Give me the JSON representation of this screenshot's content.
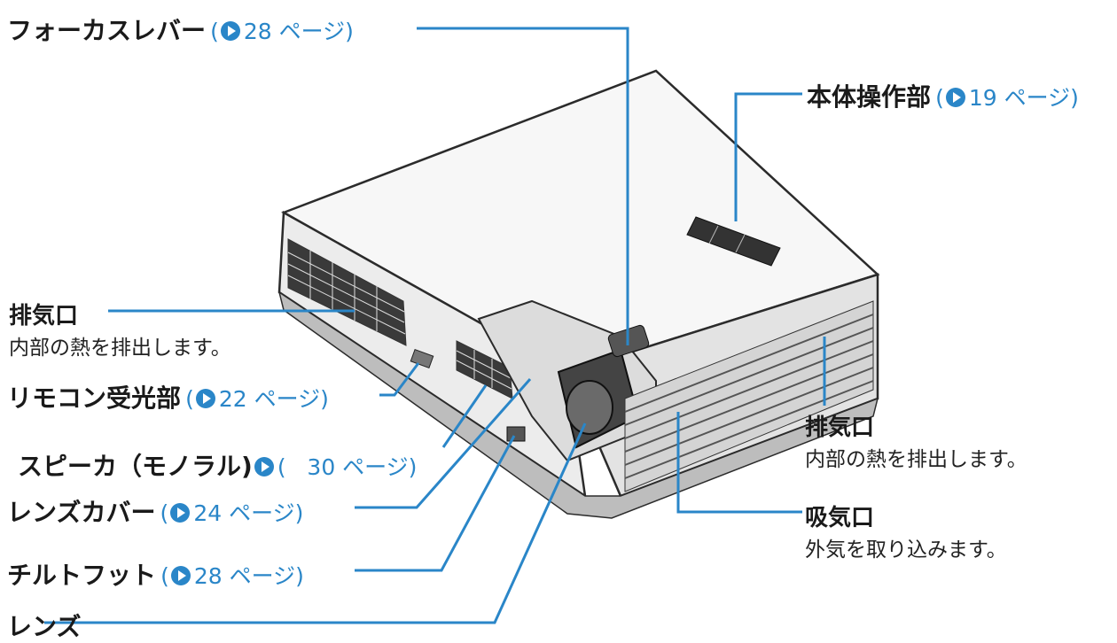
{
  "colors": {
    "leader": "#2a86c8",
    "reference": "#2a86c8",
    "text": "#1a1a1a"
  },
  "icons": {
    "reference_arrow": "circle-arrow-icon"
  },
  "callouts": {
    "focus_lever": {
      "name": "フォーカスレバー",
      "ref_open": "(",
      "ref_text": "28 ページ)"
    },
    "control_panel": {
      "name": "本体操作部",
      "ref_open": "(",
      "ref_text": "19 ページ)"
    },
    "exhaust_left": {
      "name": "排気口",
      "desc": "内部の熱を排出します。"
    },
    "remote_sensor": {
      "name": "リモコン受光部",
      "ref_open": "(",
      "ref_text": "22 ページ)"
    },
    "speaker": {
      "name": "スピーカ（モノラル)",
      "ref_open": "(",
      "ref_text": "30 ページ)"
    },
    "lens_cover": {
      "name": "レンズカバー",
      "ref_open": "(",
      "ref_text": "24 ページ)"
    },
    "tilt_foot": {
      "name": "チルトフット",
      "ref_open": "(",
      "ref_text": "28 ページ)"
    },
    "lens": {
      "name": "レンズ"
    },
    "exhaust_right": {
      "name": "排気口",
      "desc": "内部の熱を排出します。"
    },
    "intake": {
      "name": "吸気口",
      "desc": "外気を取り込みます。"
    }
  }
}
